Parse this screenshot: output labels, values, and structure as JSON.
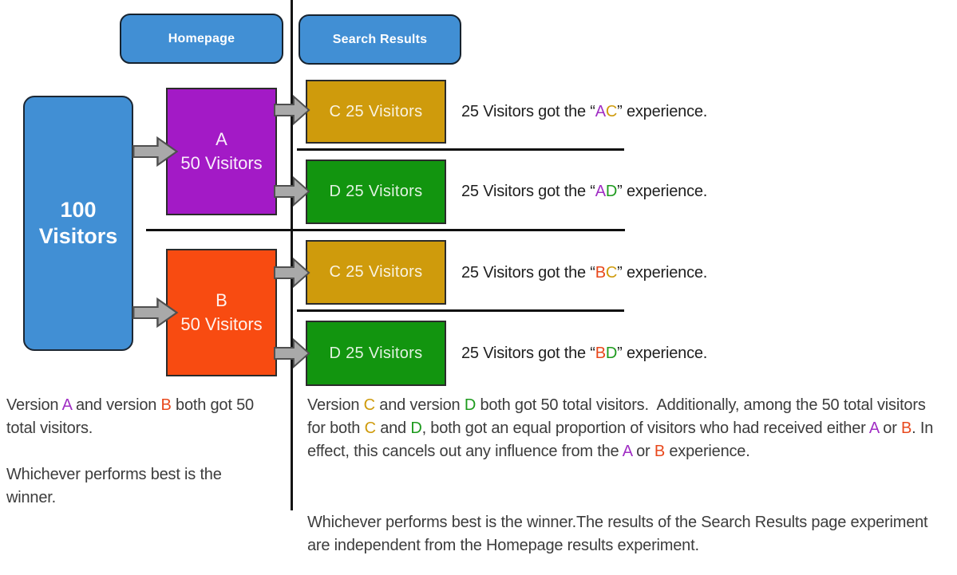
{
  "colors": {
    "blue": "#418fd4",
    "purple": "#a31ac6",
    "orange_box": "#f84b11",
    "gold": "#cf9b0c",
    "green": "#12950f",
    "letter_a": "#a02ec4",
    "letter_b": "#e8491d",
    "letter_c": "#cf9b0c",
    "letter_d": "#1d9a1d",
    "arrow_fill": "#a9a9a9",
    "arrow_stroke": "#4f4f4f",
    "line": "#0f0f0f"
  },
  "headers": {
    "homepage": "Homepage",
    "search_results": "Search Results"
  },
  "boxes": {
    "visitors": {
      "line1": "100",
      "line2": "Visitors"
    },
    "a": {
      "line1": "A",
      "line2": "50 Visitors"
    },
    "b": {
      "line1": "B",
      "line2": "50 Visitors"
    },
    "c_top": "C 25 Visitors",
    "d_top": "D 25 Visitors",
    "c_bottom": "C 25 Visitors",
    "d_bottom": "D 25 Visitors"
  },
  "annotations": [
    {
      "segments": [
        {
          "t": "25 Visitors got the “"
        },
        {
          "t": "A",
          "c": "letter_a"
        },
        {
          "t": "C",
          "c": "letter_c"
        },
        {
          "t": "” experience."
        }
      ]
    },
    {
      "segments": [
        {
          "t": "25 Visitors got the “"
        },
        {
          "t": "A",
          "c": "letter_a"
        },
        {
          "t": "D",
          "c": "letter_d"
        },
        {
          "t": "” experience."
        }
      ]
    },
    {
      "segments": [
        {
          "t": "25 Visitors got the “"
        },
        {
          "t": "B",
          "c": "letter_b"
        },
        {
          "t": "C",
          "c": "letter_c"
        },
        {
          "t": "” experience."
        }
      ]
    },
    {
      "segments": [
        {
          "t": "25 Visitors got the “"
        },
        {
          "t": "B",
          "c": "letter_b"
        },
        {
          "t": "D",
          "c": "letter_d"
        },
        {
          "t": "” experience."
        }
      ]
    }
  ],
  "paragraphs": {
    "left_1": {
      "segments": [
        {
          "t": "Version "
        },
        {
          "t": "A",
          "c": "letter_a"
        },
        {
          "t": " and version "
        },
        {
          "t": "B",
          "c": "letter_b"
        },
        {
          "t": " both got 50 total visitors."
        }
      ]
    },
    "left_2": {
      "segments": [
        {
          "t": "Whichever performs best is the winner."
        }
      ]
    },
    "right_1": {
      "segments": [
        {
          "t": "Version "
        },
        {
          "t": "C",
          "c": "letter_c"
        },
        {
          "t": " and version "
        },
        {
          "t": "D",
          "c": "letter_d"
        },
        {
          "t": " both got 50 total visitors.  Additionally, among the 50 total visitors for both "
        },
        {
          "t": "C",
          "c": "letter_c"
        },
        {
          "t": " and "
        },
        {
          "t": "D",
          "c": "letter_d"
        },
        {
          "t": ", both got an equal proportion of visitors who had received either "
        },
        {
          "t": "A",
          "c": "letter_a"
        },
        {
          "t": " or "
        },
        {
          "t": "B",
          "c": "letter_b"
        },
        {
          "t": ". In effect, this cancels out any influence from the "
        },
        {
          "t": "A",
          "c": "letter_a"
        },
        {
          "t": " or "
        },
        {
          "t": "B",
          "c": "letter_b"
        },
        {
          "t": " experience."
        }
      ]
    },
    "right_2": {
      "segments": [
        {
          "t": "Whichever performs best is the winner.The results of the Search Results page experiment are independent from the Homepage results experiment."
        }
      ]
    }
  }
}
